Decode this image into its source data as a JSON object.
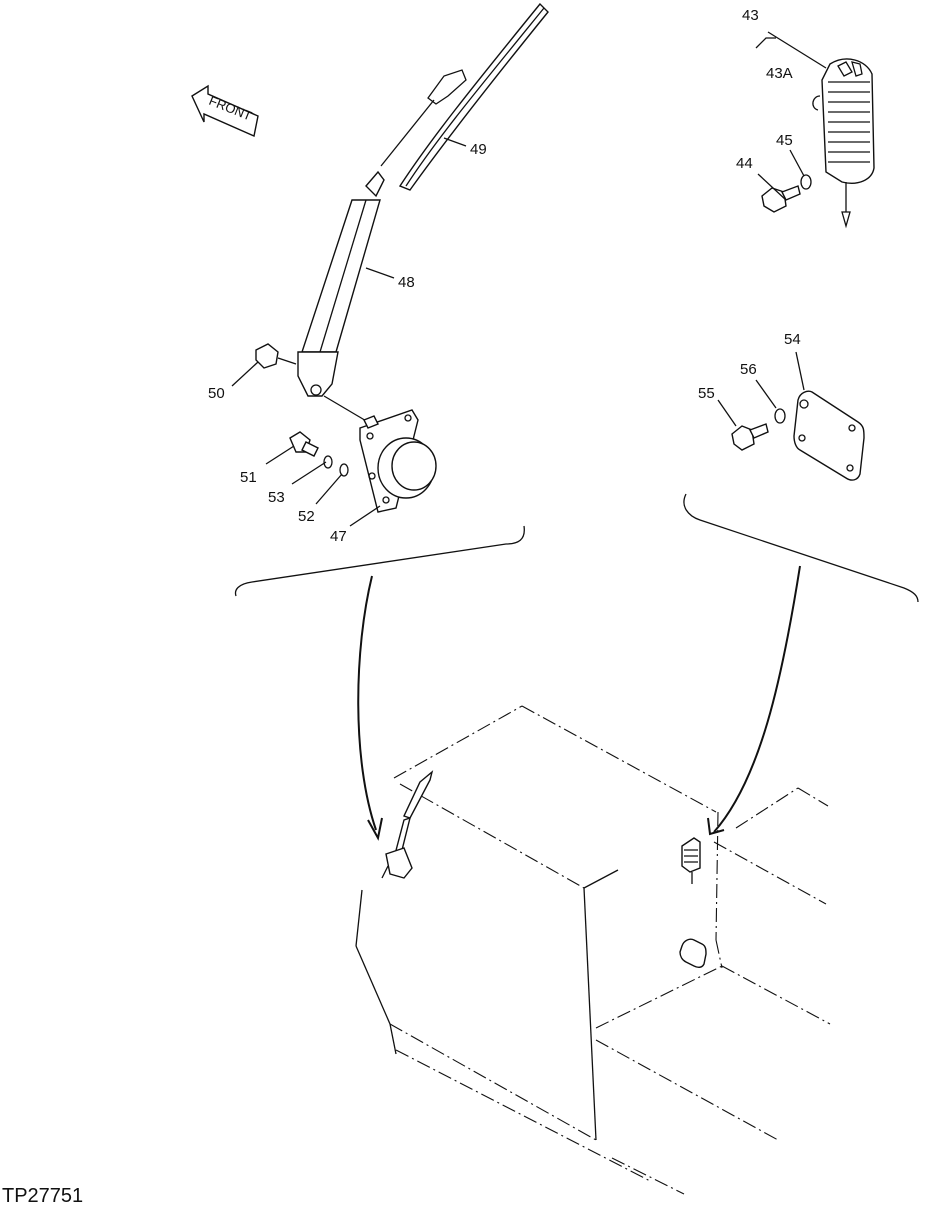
{
  "figure_id": "TP27751",
  "front_label": "FRONT",
  "callouts": {
    "c43": "43",
    "c43a": "43A",
    "c44": "44",
    "c45": "45",
    "c47": "47",
    "c48": "48",
    "c49": "49",
    "c50": "50",
    "c51": "51",
    "c52": "52",
    "c53": "53",
    "c54": "54",
    "c55": "55",
    "c56": "56"
  }
}
